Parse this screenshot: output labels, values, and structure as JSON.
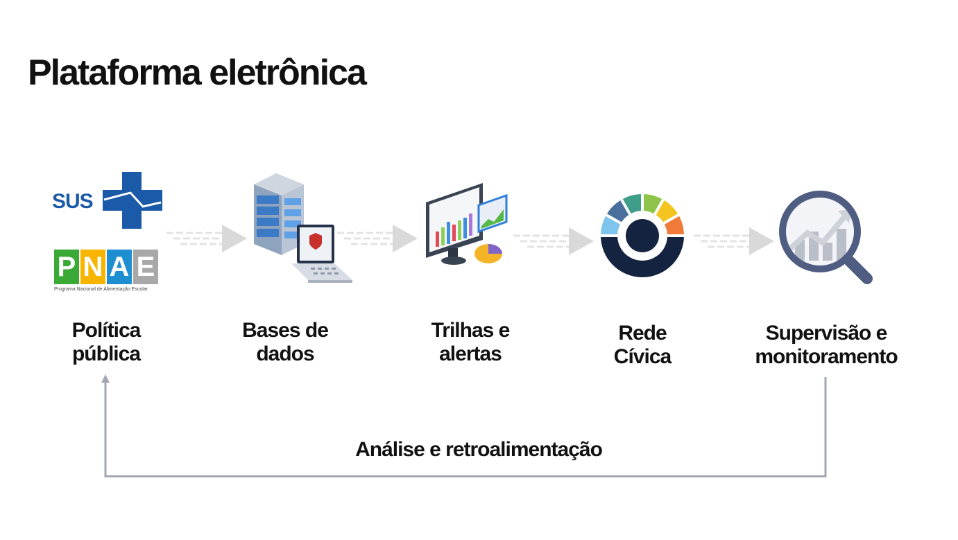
{
  "title": "Plataforma eletrônica",
  "logos": {
    "sus": "SUS",
    "pnae_letters": [
      "P",
      "N",
      "A",
      "E"
    ],
    "pnae_subtitle": "Programa Nacional de Alimentação Escolar",
    "pnae_colors": [
      "#3aa935",
      "#f7b500",
      "#1d8fd1",
      "#9a9a9a"
    ]
  },
  "stages": [
    {
      "label": "Política\npública",
      "icon": "sus-pnae-logos"
    },
    {
      "label": "Bases de\ndados",
      "icon": "server-laptop-icon"
    },
    {
      "label": "Trilhas e\nalertas",
      "icon": "dashboard-monitor-icon"
    },
    {
      "label": "Rede\nCívica",
      "icon": "civic-ring-icon"
    },
    {
      "label": "Supervisão e\nmonitoramento",
      "icon": "magnifier-chart-icon"
    }
  ],
  "feedback": {
    "label": "Análise e retroalimentação"
  },
  "colors": {
    "arrow": "#d9d9d9",
    "feedback_line": "#a3a7b3",
    "sus_blue": "#1a5aa8",
    "dark_navy": "#14233f"
  }
}
